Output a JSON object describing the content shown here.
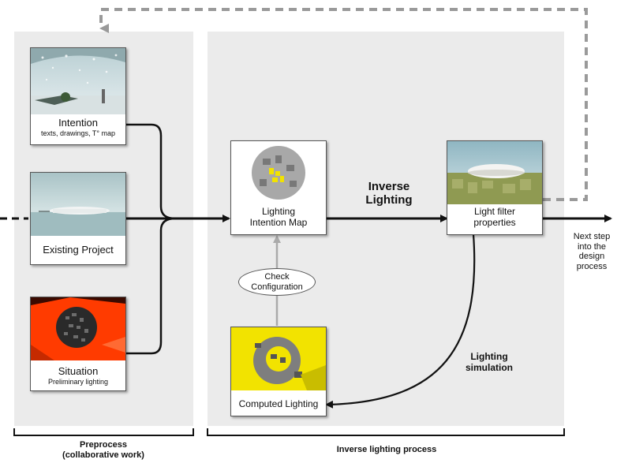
{
  "inputs": {
    "intention": {
      "title": "Intention",
      "subtitle": "texts, drawings, T° map"
    },
    "existing_project": {
      "title": "Existing Project"
    },
    "situation": {
      "title": "Situation",
      "subtitle": "Preliminary lighting"
    }
  },
  "process": {
    "lighting_intention_map": "Lighting\nIntention Map",
    "inverse_lighting": "Inverse\nLighting",
    "light_filter_properties": "Light filter\nproperties",
    "check_configuration": "Check\nConfiguration",
    "computed_lighting": "Computed Lighting",
    "lighting_simulation": "Lighting\nsimulation",
    "next_step": "Next step\ninto the\ndesign\nprocess"
  },
  "brackets": {
    "preprocess": "Preprocess\n(collaborative work)",
    "inverse_process": "Inverse lighting process"
  },
  "colors": {
    "panel": "#ebebeb",
    "arrow": "#111111",
    "dashed_feedback": "#9a9a9a",
    "check_arrow": "#aaaaaa",
    "highlight_yellow": "#f2e300",
    "situation_red": "#ff3b00"
  }
}
